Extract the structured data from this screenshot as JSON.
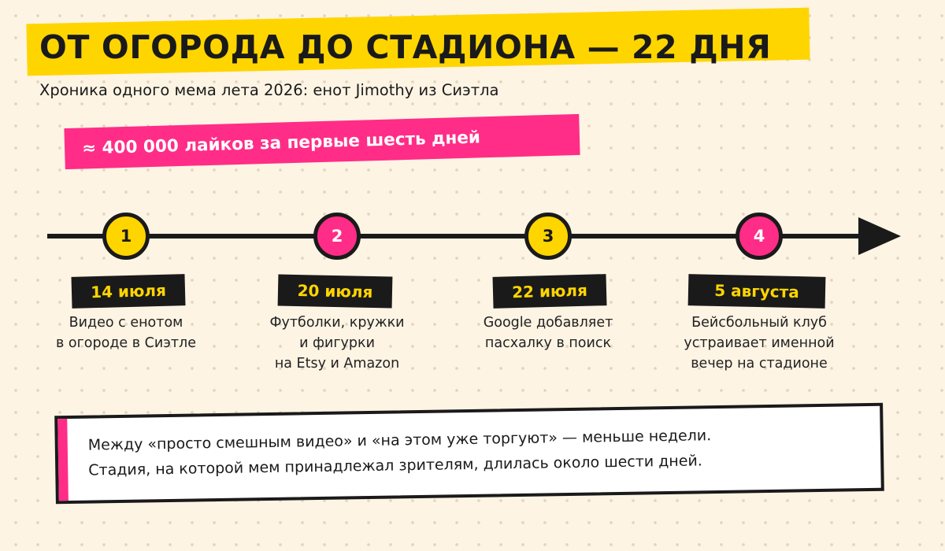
{
  "header": {
    "title": "ОТ ОГОРОДА ДО СТАДИОНА — 22 ДНЯ",
    "subtitle": "Хроника одного мема лета 2026: енот Jimothy из Сиэтла"
  },
  "highlight": {
    "likes": "≈ 400 000 лайков за первые шесть дней"
  },
  "timeline": {
    "events": [
      {
        "number": "1",
        "date": "14 июля",
        "description": [
          "Видео с енотом",
          "в огороде в Сиэтле"
        ]
      },
      {
        "number": "2",
        "date": "20 июля",
        "description": [
          "Футболки, кружки",
          "и фигурки",
          "на Etsy и Amazon"
        ]
      },
      {
        "number": "3",
        "date": "22 июля",
        "description": [
          "Google добавляет",
          "пасхалку в поиск"
        ]
      },
      {
        "number": "4",
        "date": "5 августа",
        "description": [
          "Бейсбольный клуб",
          "устраивает именной",
          "вечер на стадионе"
        ]
      }
    ]
  },
  "callout": {
    "lines": [
      "Между «просто смешным видео» и «на этом уже торгуют» — меньше недели.",
      "Стадия, на которой мем принадлежал зрителям, длилась около шести дней."
    ]
  },
  "colors": {
    "background": "#FDF4E4",
    "yellow": "#FFD500",
    "pink": "#FF2D87",
    "ink": "#1a1a1a"
  }
}
